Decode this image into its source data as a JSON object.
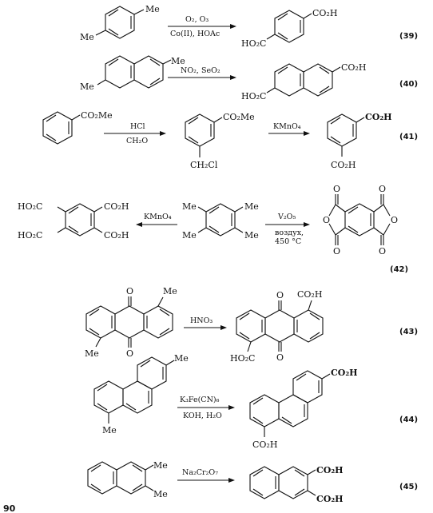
{
  "page_number": "90",
  "r39": {
    "me_top": "Me",
    "me_left": "Me",
    "reagent_top": "O₂, O₃",
    "reagent_bottom": "Co(II), HOAc",
    "p_right": "CO₂H",
    "p_left": "HO₂C",
    "number": "(39)"
  },
  "r40": {
    "me_right": "Me",
    "me_left": "Me",
    "reagent": "NO₂, SeO₂",
    "p_right": "CO₂H",
    "p_left": "HO₂C",
    "number": "(40)"
  },
  "r41": {
    "ester1": "CO₂Me",
    "reagent_top": "HCl",
    "reagent_bottom": "CH₂O",
    "ester2": "CO₂Me",
    "chloro": "CH₂Cl",
    "reagent2": "KMnO₄",
    "p_top": "CO₂H",
    "p_bottom": "CO₂H",
    "number": "(41)"
  },
  "r42": {
    "a_tl": "HO₂C",
    "a_tr": "CO₂H",
    "a_bl": "HO₂C",
    "a_br": "CO₂H",
    "reagent_left": "KMnO₄",
    "me_tl": "Me",
    "me_tr": "Me",
    "me_bl": "Me",
    "me_br": "Me",
    "reagent_right_top": "V₂O₅",
    "reagent_right_b1": "воздух,",
    "reagent_right_b2": "450 °C",
    "o_labels": [
      "O",
      "O",
      "O",
      "O",
      "O",
      "O"
    ],
    "number": "(42)"
  },
  "r43": {
    "o_top": "O",
    "o_bottom": "O",
    "me_top": "Me",
    "me_bottom": "Me",
    "reagent": "HNO₃",
    "p_o_top": "O",
    "p_o_bottom": "O",
    "p_top": "CO₂H",
    "p_bottom": "HO₂C",
    "number": "(43)"
  },
  "r44": {
    "me_top": "Me",
    "me_bottom": "Me",
    "reagent_top": "K₃Fe(CN)₆",
    "reagent_bottom": "KOH, H₂O",
    "p_top": "CO₂H",
    "p_bottom": "CO₂H",
    "number": "(44)"
  },
  "r45": {
    "me_top": "Me",
    "me_bottom": "Me",
    "reagent": "Na₂Cr₂O₇",
    "p_top": "CO₂H",
    "p_bottom": "CO₂H",
    "number": "(45)"
  }
}
